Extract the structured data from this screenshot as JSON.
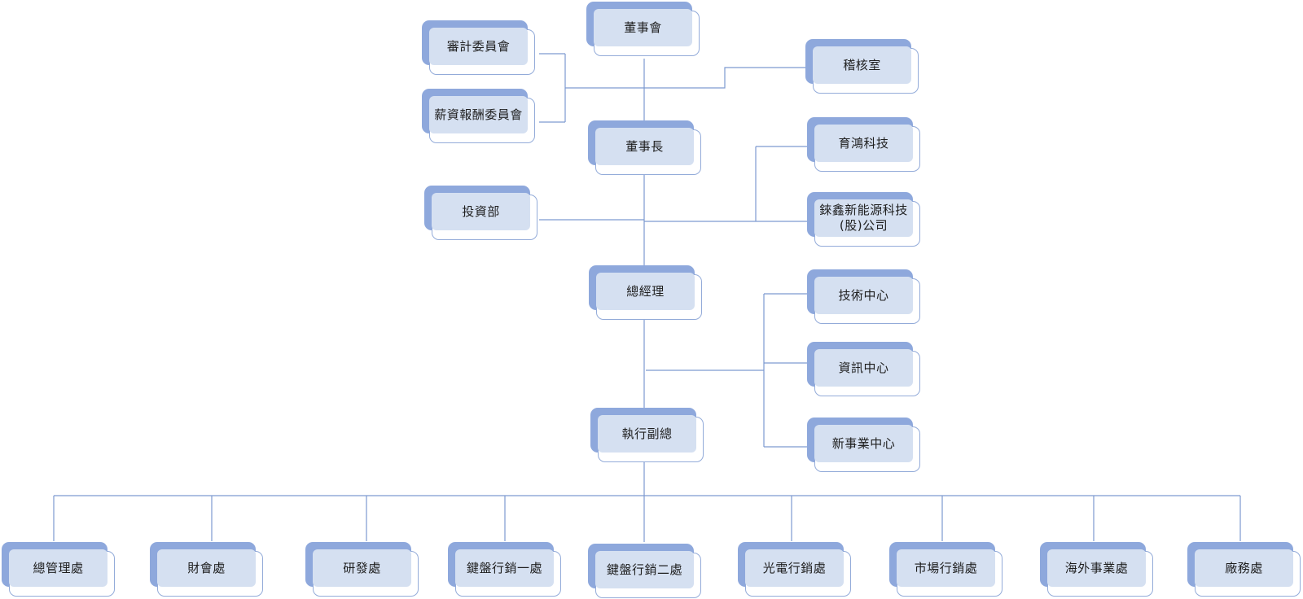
{
  "org_chart": {
    "board": "董事會",
    "audit_committee": "審計委員會",
    "compensation_committee": "薪資報酬委員會",
    "audit_office": "稽核室",
    "chairman": "董事長",
    "investment_dept": "投資部",
    "yuhong_tech": "育鴻科技",
    "subsidiary": "錸鑫新能源科技(股)公司",
    "president": "總經理",
    "tech_center": "技術中心",
    "info_center": "資訊中心",
    "new_business_center": "新事業中心",
    "evp": "執行副總",
    "divisions": [
      "總管理處",
      "財會處",
      "研發處",
      "鍵盤行銷一處",
      "鍵盤行銷二處",
      "光電行銷處",
      "市場行銷處",
      "海外事業處",
      "廠務處"
    ]
  }
}
